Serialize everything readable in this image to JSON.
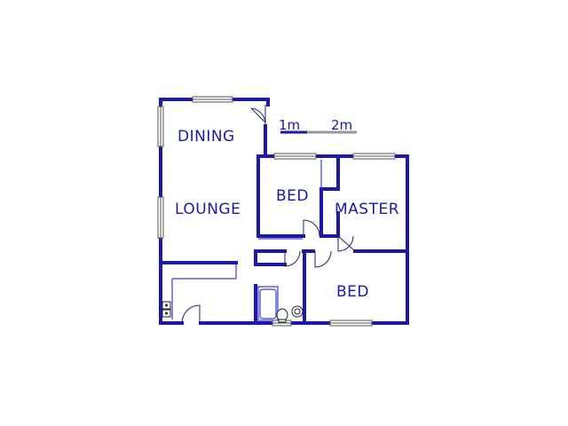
{
  "rooms": {
    "dining": "DINING",
    "lounge": "LOUNGE",
    "bed1": "BED",
    "master": "MASTER",
    "bed2": "BED"
  },
  "scale": {
    "label_1": "1m",
    "label_2": "2m"
  },
  "colors": {
    "wall": "#1a1aa6",
    "text": "#1a1aa6",
    "window": "#555555"
  }
}
